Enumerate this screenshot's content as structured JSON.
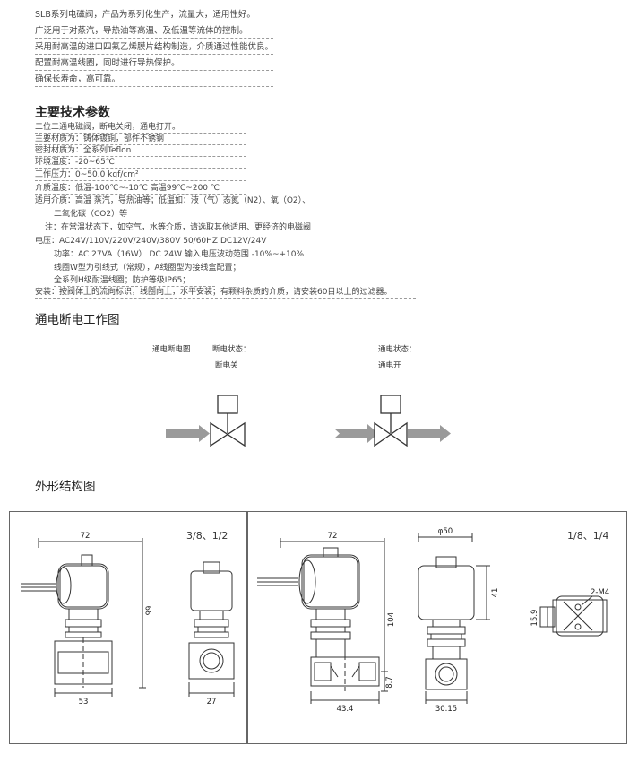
{
  "intro": [
    "SLB系列电磁阀，产品为系列化生产，流量大，适用性好。",
    "广泛用于对蒸汽，导热油等高温、及低温等流体的控制。",
    "采用耐高温的进口四氟乙烯膜片结构制造，介质通过性能优良。",
    "配置耐高温线圈，同时进行导热保护。",
    "确保长寿命，高可靠。"
  ],
  "specs_title": "主要技术参数",
  "specs": [
    "二位二通电磁阀，断电关闭，通电打开。",
    "主要材质为：铸体镀铜，部件不锈钢",
    "密封材质为：全系列Teflon",
    "环境温度：-20~65℃",
    "工作压力：0~50.0 kgf/cm²",
    "介质温度：低温-100℃~-10℃  高温99℃~200 ℃",
    "适用介质：高温 蒸汽，导热油等；低温如：液（气）态氮（N2）、氧（O2）、",
    "二氧化碳（CO2）等",
    "注：在常温状态下，如空气，水等介质，请选取其他适用、更经济的电磁阀",
    "电压：AC24V/110V/220V/240V/380V 50/60HZ   DC12V/24V",
    "功率：AC 27VA（16W） DC 24W    输入电压波动范围 -10%~+10%",
    "线圈W型为引线式（常规），A线圈型为接线盒配置；",
    "全系列H级耐温线圈；防护等级IP65；",
    "安装：按阀体上的流向标识，线圈向上，水平安装；有颗料杂质的介质，请安装60目以上的过滤器。"
  ],
  "work_title": "通电断电工作图",
  "work_diagram": {
    "label_main": "通电断电图",
    "off_state_label": "断电状态：",
    "off_state_value": "断电关",
    "on_state_label": "通电状态：",
    "on_state_value": "通电开"
  },
  "shape_title": "外形结构图",
  "panel_left": {
    "size_label": "3/8、1/2",
    "dims": {
      "width_top": "72",
      "height": "99",
      "width_bottom": "53",
      "side_width": "27"
    }
  },
  "panel_right": {
    "size_label": "1/8、1/4",
    "dims": {
      "width_top": "72",
      "height": "104",
      "width_bottom": "43.4",
      "base_height": "8.7",
      "dia": "φ50",
      "coil_h": "41",
      "side_width": "30.15",
      "bolt": "2-M4",
      "bolt_space": "15.9"
    }
  },
  "colors": {
    "arrow": "#9a9a9a",
    "line": "#333333"
  }
}
